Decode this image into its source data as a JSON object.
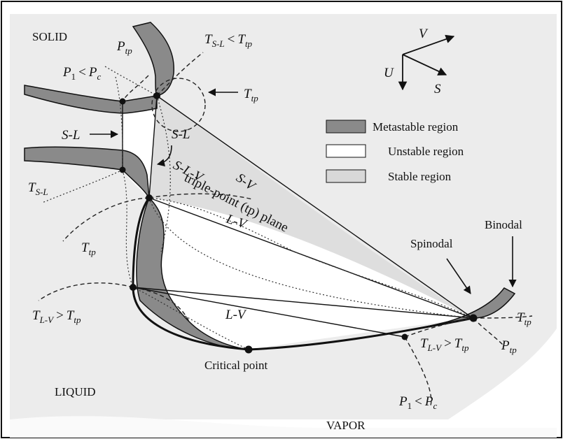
{
  "regions": {
    "solid": "SOLID",
    "liquid": "LIQUID",
    "vapor": "VAPOR"
  },
  "axes": {
    "v": "V",
    "u": "U",
    "s": "S"
  },
  "legend": [
    {
      "label": "Metastable region",
      "kind": "metastable"
    },
    {
      "label": "Unstable region",
      "kind": "unstable"
    },
    {
      "label": "Stable region",
      "kind": "stable"
    }
  ],
  "labels": {
    "sl_left": "S-L",
    "sl_right": "S-L",
    "slv": "S-L-V",
    "triple_plane": "triple-point (tp) plane",
    "sv": "S-V",
    "lv_upper": "L-V",
    "lv_lower": "L-V",
    "spinodal": "Spinodal",
    "binodal": "Binodal",
    "critical_point": "Critical point",
    "t_sl_lt_ttp": {
      "a": "T",
      "a_sub": "S-L",
      "op": "<",
      "b": "T",
      "b_sub": "tp"
    },
    "p_tp_top": {
      "a": "P",
      "a_sub": "tp"
    },
    "p1_lt_pc_top": {
      "a": "P",
      "a_sub": "1",
      "op": "<",
      "b": "P",
      "b_sub": "c"
    },
    "t_tp_arrow": {
      "a": "T",
      "a_sub": "tp"
    },
    "t_sl": {
      "a": "T",
      "a_sub": "S-L"
    },
    "t_tp_mid": {
      "a": "T",
      "a_sub": "tp"
    },
    "t_lv_gt_ttp_left": {
      "a": "T",
      "a_sub": "L-V",
      "op": ">",
      "b": "T",
      "b_sub": "tp"
    },
    "t_lv_gt_ttp_right": {
      "a": "T",
      "a_sub": "L-V",
      "op": ">",
      "b": "T",
      "b_sub": "tp"
    },
    "t_tp_right": {
      "a": "T",
      "a_sub": "tp"
    },
    "p_tp_right": {
      "a": "P",
      "a_sub": "tp"
    },
    "p1_lt_pc_bottom": {
      "a": "P",
      "a_sub": "1",
      "op": "<",
      "b": "P",
      "b_sub": "c"
    }
  },
  "colors": {
    "metastable": "#8a8a8a",
    "stable": "#d4d4d4",
    "unstable": "#ffffff",
    "ink": "#111111",
    "background_shade": "#e6e6e6"
  }
}
